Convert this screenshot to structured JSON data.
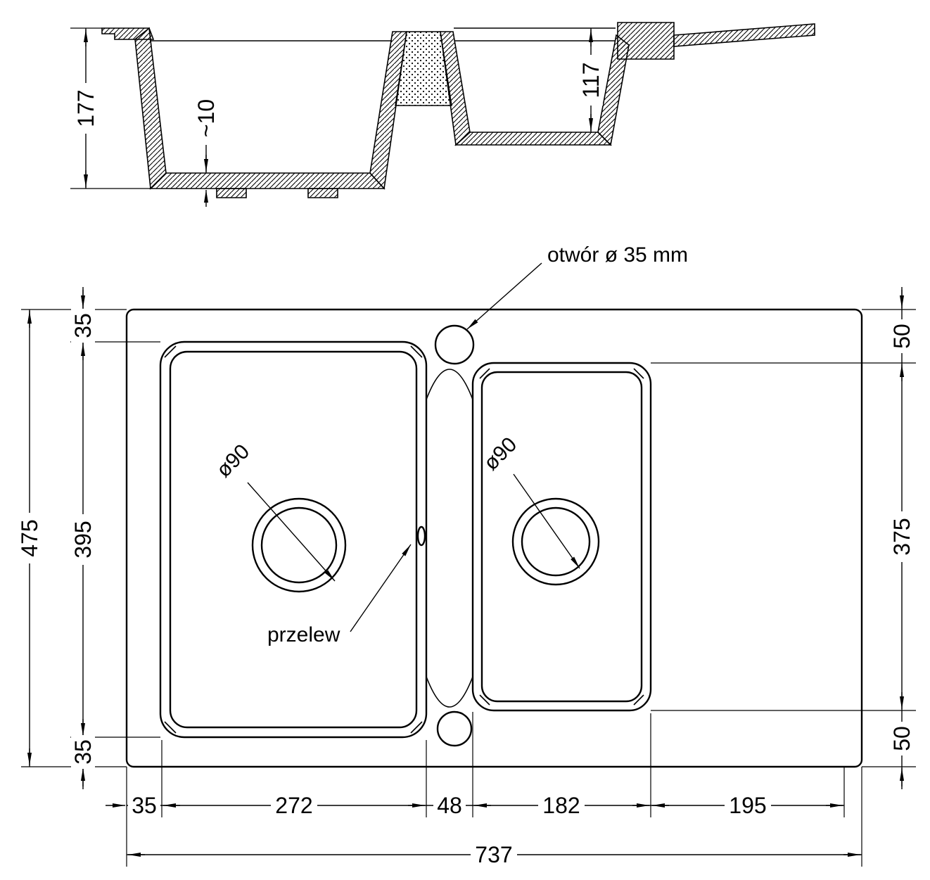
{
  "colors": {
    "ink": "#000000",
    "bg": "#ffffff"
  },
  "section": {
    "dim_depth_total": "177",
    "dim_bottom_thickness": "~10",
    "dim_depth_right": "117"
  },
  "plan": {
    "annotation_hole": "otwór ø 35 mm",
    "annotation_overflow": "przelew",
    "dim_drain_left": "ø90",
    "dim_drain_right": "ø90",
    "left": {
      "total": "475",
      "bowl": "395",
      "margin_top": "35",
      "margin_bottom": "35"
    },
    "right": {
      "margin_top": "50",
      "bowl": "375",
      "margin_bottom": "50"
    },
    "bottom": {
      "segments": [
        "35",
        "272",
        "48",
        "182",
        "195"
      ],
      "total": "737"
    }
  }
}
